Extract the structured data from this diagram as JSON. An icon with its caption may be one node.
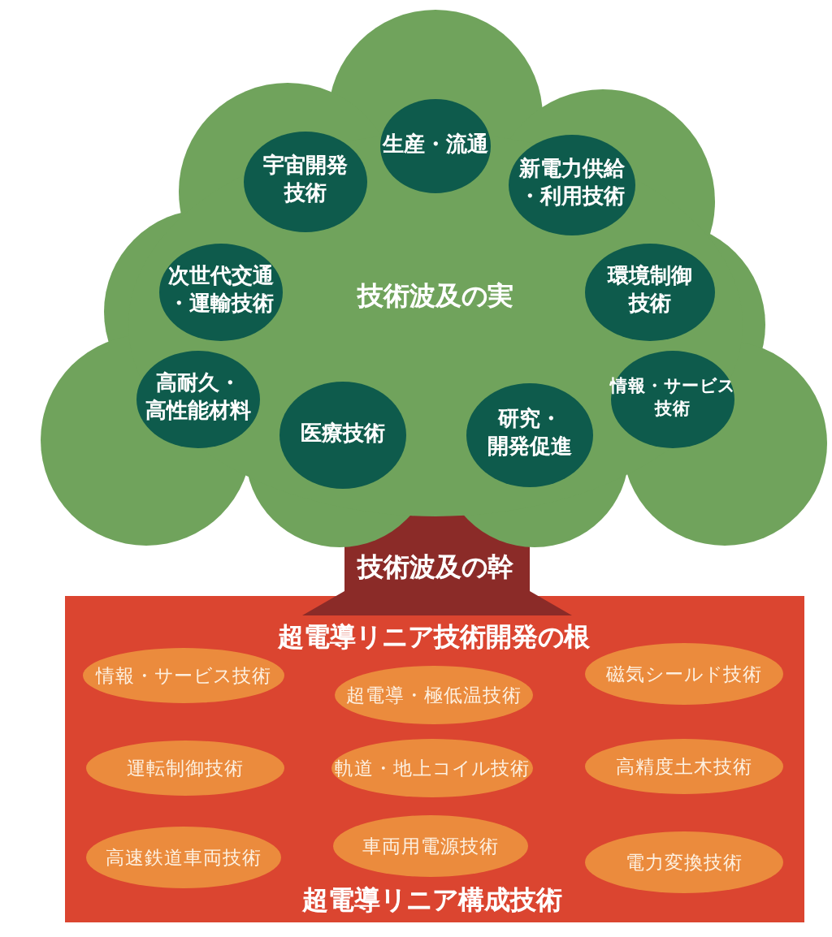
{
  "diagram": {
    "nodes": [
      {
        "text": [
          "技術波及の実"
        ]
      },
      {
        "text": [
          "生産・流通"
        ],
        "in": 0
      },
      {
        "text": [
          "宇宙開発技術"
        ],
        "in": 0
      },
      {
        "text": [
          "新電力供給・利用技術"
        ],
        "in": 0
      },
      {
        "text": [
          "次世代交通・運輸技術"
        ],
        "in": 0
      },
      {
        "text": [
          "環境制御技術"
        ],
        "in": 0
      },
      {
        "text": [
          "高耐久・高性能材料"
        ],
        "in": 0
      },
      {
        "text": [
          "医療技術"
        ],
        "in": 0
      },
      {
        "text": [
          "研究・開発促進"
        ],
        "in": 0
      },
      {
        "text": [
          "情報・サービス技術"
        ],
        "in": 0
      },
      {
        "text": [
          "技術波及の幹"
        ]
      },
      {
        "text": [
          "超電導リニア技術開発の根",
          "超電導リニア構成技術"
        ]
      },
      {
        "text": [
          "情報・サービス技術"
        ],
        "in": 11
      },
      {
        "text": [
          "超電導・極低温技術"
        ],
        "in": 11
      },
      {
        "text": [
          "磁気シールド技術"
        ],
        "in": 11
      },
      {
        "text": [
          "運転制御技術"
        ],
        "in": 11
      },
      {
        "text": [
          "軌道・地上コイル技術"
        ],
        "in": 11
      },
      {
        "text": [
          "高精度土木技術"
        ],
        "in": 11
      },
      {
        "text": [
          "高速鉄道車両技術"
        ],
        "in": 11
      },
      {
        "text": [
          "車両用電源技術"
        ],
        "in": 11
      },
      {
        "text": [
          "電力変換技術"
        ],
        "in": 11
      }
    ]
  }
}
